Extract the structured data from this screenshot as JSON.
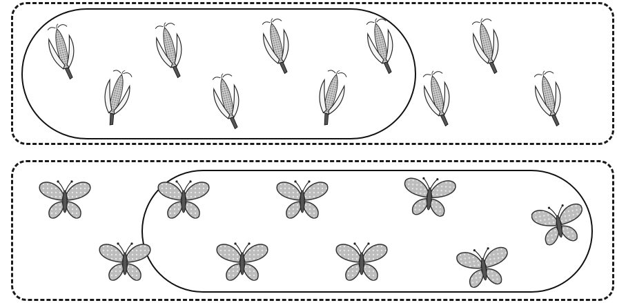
{
  "groups": [
    {
      "kind": "corn",
      "icon": "corn-icon",
      "total": 10,
      "circled": 7
    },
    {
      "kind": "butterfly",
      "icon": "butterfly-icon",
      "total": 9,
      "circled": 7
    }
  ]
}
